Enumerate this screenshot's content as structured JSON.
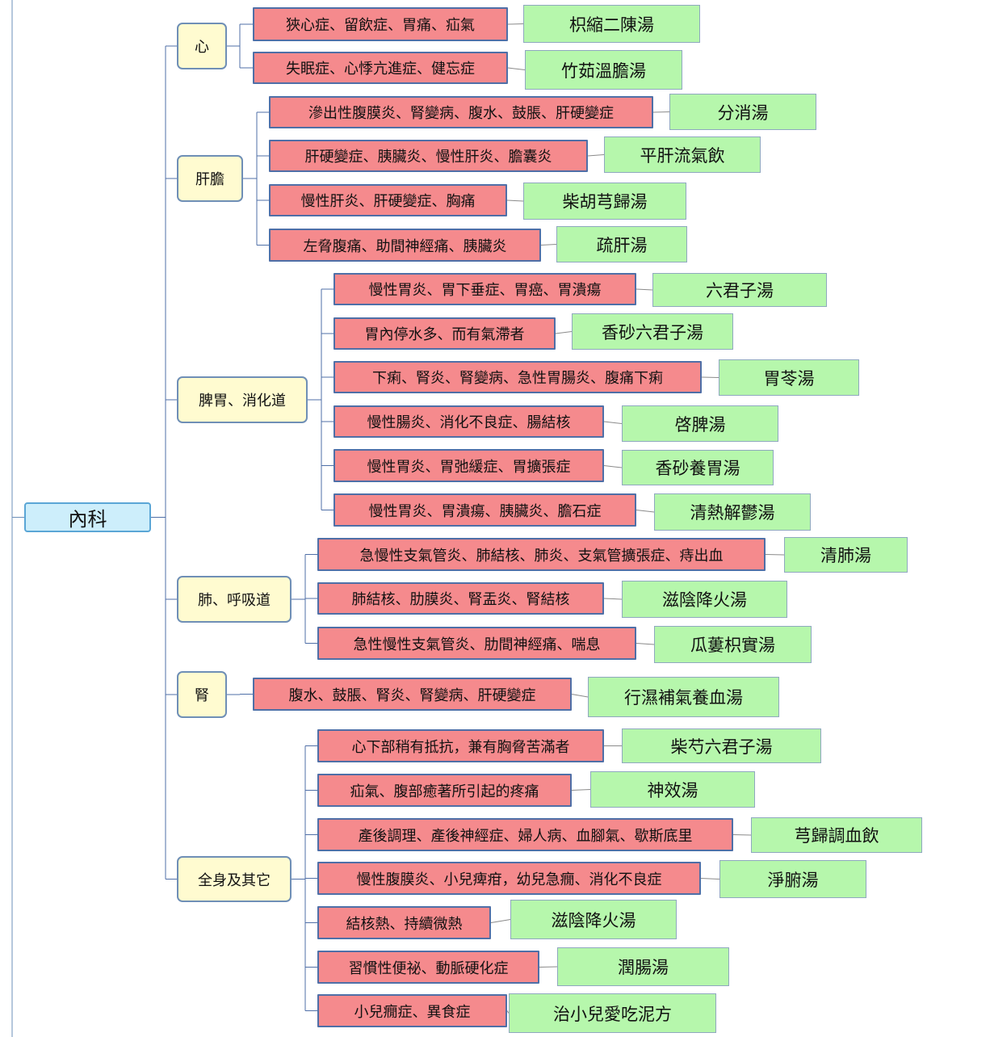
{
  "root": {
    "label": "內科"
  },
  "categories": [
    {
      "label": "心",
      "items": [
        {
          "symptoms": "狹心症、留飲症、胃痛、疝氣",
          "formula": "枳縮二陳湯"
        },
        {
          "symptoms": "失眠症、心悸亢進症、健忘症",
          "formula": "竹茹溫膽湯"
        }
      ]
    },
    {
      "label": "肝膽",
      "items": [
        {
          "symptoms": "滲出性腹膜炎、腎變病、腹水、鼓脹、肝硬變症",
          "formula": "分消湯"
        },
        {
          "symptoms": "肝硬變症、胰臟炎、慢性肝炎、膽囊炎",
          "formula": "平肝流氣飲"
        },
        {
          "symptoms": "慢性肝炎、肝硬變症、胸痛",
          "formula": "柴胡芎歸湯"
        },
        {
          "symptoms": "左脅腹痛、助間神經痛、胰臟炎",
          "formula": "疏肝湯"
        }
      ]
    },
    {
      "label": "脾胃、消化道",
      "items": [
        {
          "symptoms": "慢性胃炎、胃下垂症、胃癌、胃潰瘍",
          "formula": "六君子湯"
        },
        {
          "symptoms": "胃內停水多、而有氣滯者",
          "formula": "香砂六君子湯"
        },
        {
          "symptoms": "下痢、腎炎、腎變病、急性胃腸炎、腹痛下痢",
          "formula": "胃苓湯"
        },
        {
          "symptoms": "慢性腸炎、消化不良症、腸結核",
          "formula": "啓脾湯"
        },
        {
          "symptoms": "慢性胃炎、胃弛緩症、胃擴張症",
          "formula": "香砂養胃湯"
        },
        {
          "symptoms": "慢性胃炎、胃潰瘍、胰臟炎、膽石症",
          "formula": "清熱解鬱湯"
        }
      ]
    },
    {
      "label": "肺、呼吸道",
      "items": [
        {
          "symptoms": "急慢性支氣管炎、肺結核、肺炎、支氣管擴張症、痔出血",
          "formula": "清肺湯"
        },
        {
          "symptoms": "肺結核、肋膜炎、腎盂炎、腎結核",
          "formula": "滋陰降火湯"
        },
        {
          "symptoms": "急性慢性支氣管炎、肋間神經痛、喘息",
          "formula": "瓜蔞枳實湯"
        }
      ]
    },
    {
      "label": "腎",
      "items": [
        {
          "symptoms": "腹水、鼓脹、腎炎、腎變病、肝硬變症",
          "formula": "行濕補氣養血湯"
        }
      ]
    },
    {
      "label": "全身及其它",
      "items": [
        {
          "symptoms": "心下部稍有抵抗，兼有胸脅苦滿者",
          "formula": "柴芍六君子湯"
        },
        {
          "symptoms": "疝氣、腹部癒著所引起的疼痛",
          "formula": "神效湯"
        },
        {
          "symptoms": "產後調理、產後神經症、婦人病、血腳氣、歇斯底里",
          "formula": "芎歸調血飲"
        },
        {
          "symptoms": "慢性腹膜炎、小兒痺疳，幼兒急癇、消化不良症",
          "formula": "淨腑湯"
        },
        {
          "symptoms": "結核熱、持續微熱",
          "formula": "滋陰降火湯"
        },
        {
          "symptoms": "習慣性便祕、動脈硬化症",
          "formula": "潤腸湯"
        },
        {
          "symptoms": "小兒癇症、異食症",
          "formula": "治小兒愛吃泥方"
        }
      ]
    }
  ]
}
